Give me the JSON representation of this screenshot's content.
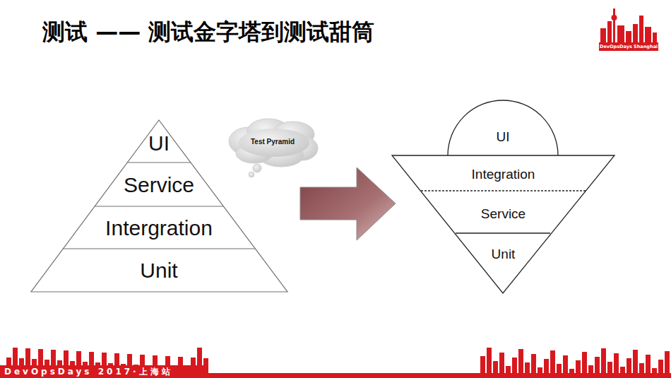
{
  "diagram": {
    "title": "测试 —— 测试金字塔到测试甜筒",
    "nodes": [
      {
        "text": [
          "UI"
        ]
      },
      {
        "text": [
          "Service"
        ]
      },
      {
        "text": [
          "Intergration"
        ]
      },
      {
        "text": [
          "Unit"
        ]
      },
      {
        "text": [
          "Test Pyramid"
        ]
      },
      {
        "text": [
          "UI"
        ]
      },
      {
        "text": [
          "Integration"
        ]
      },
      {
        "text": [
          "Service"
        ]
      },
      {
        "text": [
          "Unit"
        ]
      }
    ],
    "labels": [
      "DevOpsDays Shanghai",
      "DevOpsDays 2017·上海站"
    ]
  }
}
